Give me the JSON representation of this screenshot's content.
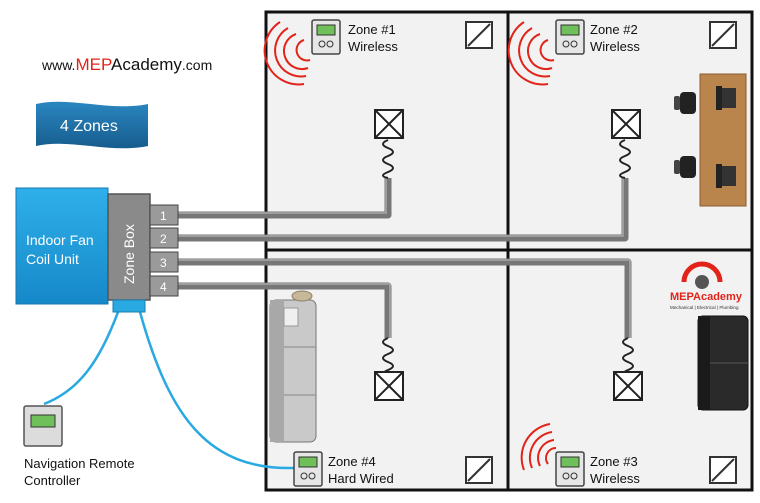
{
  "header": {
    "www": "www.",
    "mep": "MEP",
    "academy": "Academy",
    "com": ".com"
  },
  "banner": {
    "label": "4 Zones"
  },
  "fan_coil": {
    "line1": "Indoor Fan",
    "line2": "Coil Unit"
  },
  "zone_box": {
    "label": "Zone Box",
    "ports": [
      "1",
      "2",
      "3",
      "4"
    ]
  },
  "zones": [
    {
      "name": "Zone #1",
      "type": "Wireless"
    },
    {
      "name": "Zone #2",
      "type": "Wireless"
    },
    {
      "name": "Zone #3",
      "type": "Wireless"
    },
    {
      "name": "Zone #4",
      "type": "Hard Wired"
    }
  ],
  "remote": {
    "line1": "Navigation Remote",
    "line2": "Controller"
  },
  "logo": {
    "title": "MEPAcademy",
    "subtitle": "Mechanical | Electrical | Plumbing"
  },
  "colors": {
    "brand_red": "#e2231a",
    "fan_blue": "#1b9ad6",
    "banner_blue": "#1d6fa5",
    "wire_cyan": "#29a9e1",
    "duct_gray": "#777777"
  }
}
